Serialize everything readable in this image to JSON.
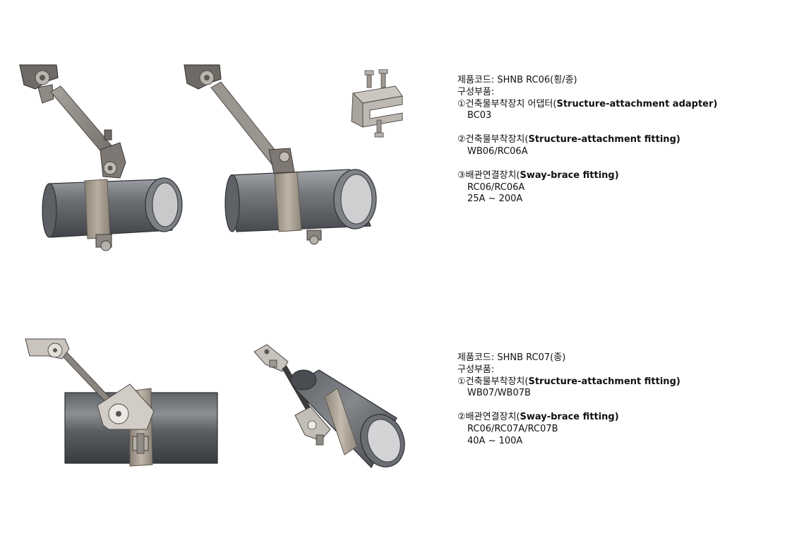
{
  "spec_rc06": {
    "code_label": "제품코드: SHNB RC06(횡/종)",
    "parts_label": "구성부품:",
    "part1_name_ko": "①건축물부착장치 어댑터(",
    "part1_name_en": "Structure-attachment adapter",
    "part1_close": ")",
    "part1_model": "BC03",
    "part2_name_ko": "②건축물부착장치(",
    "part2_name_en": "Structure-attachment fitting",
    "part2_close": ")",
    "part2_model": "WB06/RC06A",
    "part3_name_ko": "③배관연결장치(",
    "part3_name_en": "Sway-brace fitting",
    "part3_close": ")",
    "part3_model": "RC06/RC06A",
    "part3_range": "25A ~ 200A"
  },
  "spec_rc07": {
    "code_label": "제품코드: SHNB RC07(종)",
    "parts_label": "구성부품:",
    "part1_name_ko": "①건축물부착장치(",
    "part1_name_en": "Structure-attachment fitting",
    "part1_close": ")",
    "part1_model": "WB07/WB07B",
    "part2_name_ko": "②배관연결장치(",
    "part2_name_en": "Sway-brace fitting",
    "part2_close": ")",
    "part2_model": "RC06/RC07A/RC07B",
    "part2_range": "40A ~ 100A"
  },
  "colors": {
    "pipe_dark": "#4f5257",
    "pipe_light": "#8a8d92",
    "clamp": "#a99f93",
    "steel": "#8e8a85"
  },
  "icons": [
    "pipe-clamp-assembly",
    "brace-rod",
    "beam-clamp-adapter"
  ]
}
